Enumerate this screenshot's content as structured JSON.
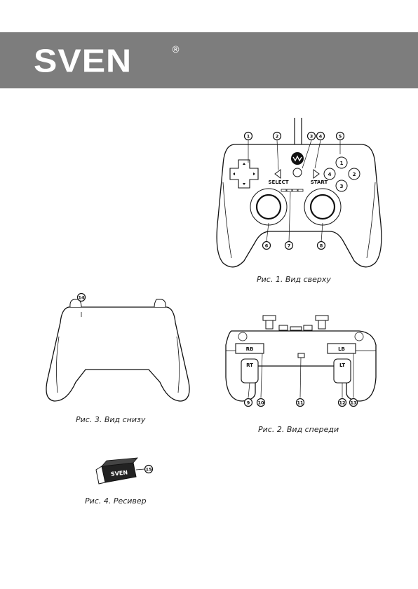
{
  "brand": {
    "logo_text": "SVEN",
    "registered_mark": "®",
    "header_color": "#7d7d7d"
  },
  "figures": {
    "top": {
      "caption": "Рис. 1. Вид сверху",
      "labels": {
        "select": "SELECT",
        "start": "START",
        "face_1": "1",
        "face_2": "2",
        "face_3": "3",
        "face_4": "4"
      },
      "callouts": [
        "1",
        "2",
        "3",
        "4",
        "5",
        "6",
        "7",
        "8"
      ]
    },
    "front": {
      "caption": "Рис. 2. Вид спереди",
      "labels": {
        "rb": "RB",
        "rt": "RT",
        "lb": "LB",
        "lt": "LT"
      },
      "callouts": [
        "9",
        "10",
        "11",
        "12",
        "13"
      ]
    },
    "bottom": {
      "caption": "Рис. 3. Вид снизу",
      "callouts": [
        "14"
      ]
    },
    "receiver": {
      "caption": "Рис. 4. Ресивер",
      "logo_text": "SVEN",
      "callouts": [
        "15"
      ]
    }
  }
}
